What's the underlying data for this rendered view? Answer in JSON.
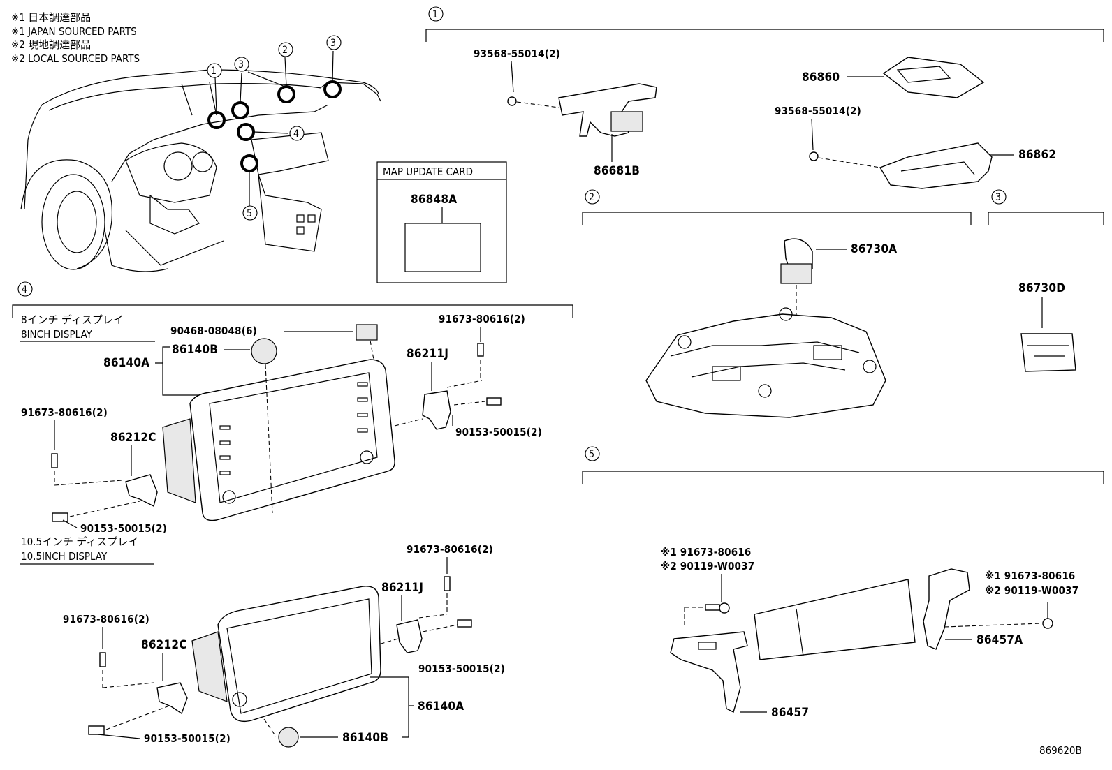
{
  "notes": [
    "※1 日本調達部品",
    "※1 JAPAN SOURCED PARTS",
    "※2 現地調達部品",
    "※2 LOCAL SOURCED PARTS"
  ],
  "index_markers": [
    "1",
    "2",
    "3",
    "4",
    "5"
  ],
  "map_card": {
    "title": "MAP UPDATE CARD",
    "part": "86848A"
  },
  "section1": {
    "screw_a": "93568-55014(2)",
    "bracket_a": "86681B",
    "module": "86860",
    "screw_b": "93568-55014(2)",
    "bracket_b": "86862"
  },
  "section2": {
    "part": "86730A"
  },
  "section3": {
    "part": "86730D"
  },
  "section4": {
    "display8_jp": "8インチ ディスプレイ",
    "display8_en": "8INCH DISPLAY",
    "display10_jp": "10.5インチ ディスプレイ",
    "display10_en": "10.5INCH DISPLAY",
    "p_90468": "90468-08048(6)",
    "p_86140B": "86140B",
    "p_86140A": "86140A",
    "p_91673_top": "91673-80616(2)",
    "p_86211J": "86211J",
    "p_90153_r": "90153-50015(2)",
    "p_91673_left": "91673-80616(2)",
    "p_86212C": "86212C",
    "p_90153_l": "90153-50015(2)",
    "l_91673_top": "91673-80616(2)",
    "l_86211J": "86211J",
    "l_91673_left": "91673-80616(2)",
    "l_86212C": "86212C",
    "l_90153_r": "90153-50015(2)",
    "l_86140A": "86140A",
    "l_90153_l": "90153-50015(2)",
    "l_86140B": "86140B"
  },
  "section5": {
    "left_line1": "※1 91673-80616",
    "left_line2": "※2 90119-W0037",
    "right_line1": "※1 91673-80616",
    "right_line2": "※2 90119-W0037",
    "p_86457A": "86457A",
    "p_86457": "86457"
  },
  "diagram_code": "869620B"
}
